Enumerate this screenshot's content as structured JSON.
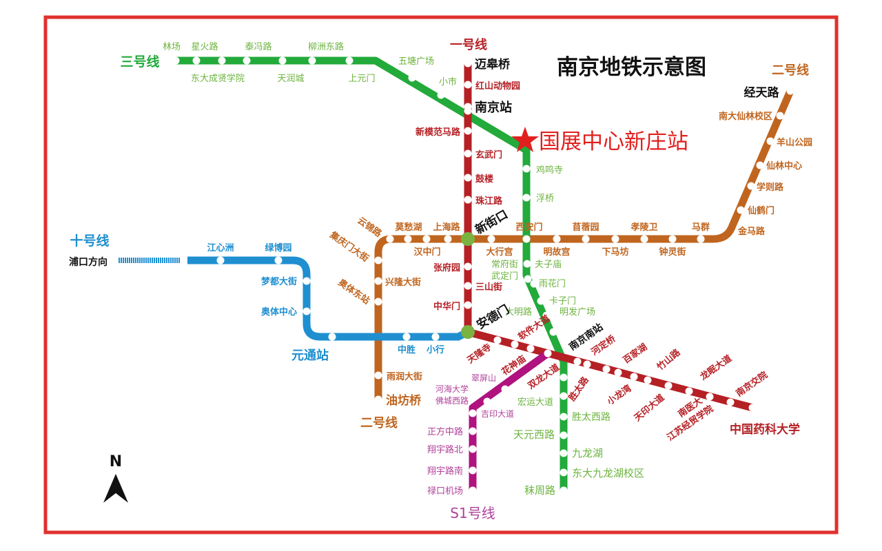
{
  "title": "南京地铁示意图",
  "highlight_station": "国展中心新庄站",
  "compass": "N",
  "direction_label": "浦口方向",
  "line_labels": {
    "line1": "一号线",
    "line2_top": "二号线",
    "line2_bottom": "二号线",
    "line3": "三号线",
    "line10": "十号线",
    "s1": "S1号线"
  },
  "colors": {
    "line1": "#b52025",
    "line2": "#c0651f",
    "line3": "#22aa3a",
    "line10": "#1f8fd0",
    "s1": "#b0127f",
    "interchange": "#7ab342",
    "border": "#e0312f"
  },
  "stations": {
    "line3": [
      "林场",
      "星火路",
      "东大成贤学院",
      "泰冯路",
      "天润城",
      "柳洲东路",
      "上元门",
      "五塘广场",
      "小市",
      "鸡鸣寺",
      "浮桥",
      "常府街",
      "夫子庙",
      "武定门",
      "雨花门",
      "卡子门",
      "大明路",
      "明发广场",
      "南京南站",
      "宏运大道",
      "胜太西路",
      "天元西路",
      "九龙湖",
      "东大九龙湖校区",
      "秣周路"
    ],
    "line1": [
      "迈皋桥",
      "红山动物园",
      "南京站",
      "新模范马路",
      "玄武门",
      "鼓楼",
      "珠江路",
      "新街口",
      "张府园",
      "三山街",
      "中华门",
      "安德门",
      "天隆寺",
      "软件大道",
      "花神庙",
      "双龙大道",
      "河定桥",
      "胜太路",
      "百家湖",
      "小龙湾",
      "竹山路",
      "天印大道",
      "龙眠大道",
      "南医大",
      "江苏经贸学院",
      "南京交院",
      "中国药科大学"
    ],
    "line2": [
      "经天路",
      "南大仙林校区",
      "羊山公园",
      "仙林中心",
      "学则路",
      "仙鹤门",
      "金马路",
      "马群",
      "钟灵街",
      "孝陵卫",
      "下马坊",
      "苜蓿园",
      "明故宫",
      "西安门",
      "大行宫",
      "上海路",
      "汉中门",
      "莫愁湖",
      "云锦路",
      "集庆门大街",
      "兴隆大街",
      "奥体东站",
      "雨润大街",
      "油坊桥"
    ],
    "line10": [
      "江心洲",
      "绿博园",
      "梦都大街",
      "奥体中心",
      "元通站",
      "中胜",
      "小行"
    ],
    "s1": [
      "翠屏山",
      "河海大学",
      "佛城西路",
      "吉印大道",
      "正方中路",
      "翔宇路北",
      "翔宇路南",
      "禄口机场"
    ]
  }
}
